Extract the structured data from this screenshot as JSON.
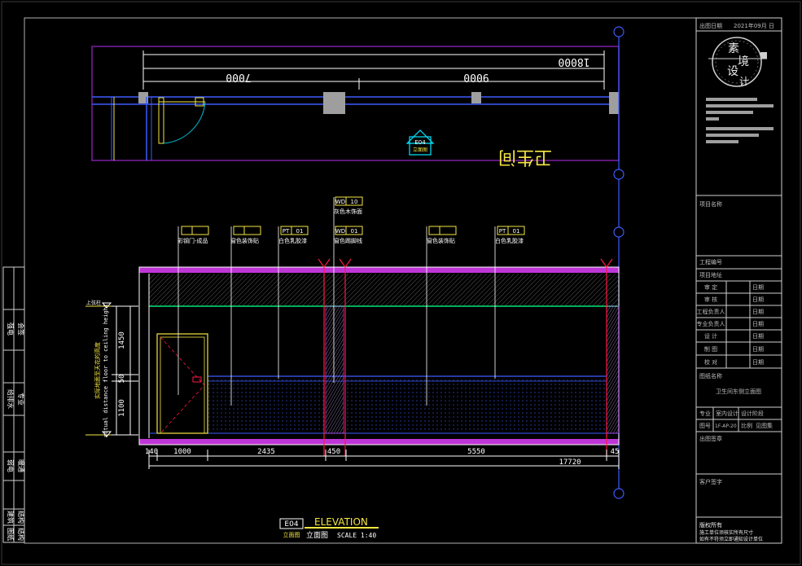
{
  "titlebar": {
    "date_label": "出图日期",
    "date_value": "2021年09月 日"
  },
  "top_dims": {
    "total": "18000",
    "left": "7000",
    "right": "9000"
  },
  "marker": {
    "code": "E04",
    "sub": "立面图"
  },
  "plan_label": "卫生间",
  "callouts": [
    {
      "code": "WD",
      "num": "10",
      "text": "灰色木饰面"
    },
    {
      "code": "",
      "num": "",
      "text": "彩钢门-成品"
    },
    {
      "code": "",
      "num": "",
      "text": "窗色装饰贴"
    },
    {
      "code": "PT",
      "num": "01",
      "text": "白色乳胶漆"
    },
    {
      "code": "WD",
      "num": "01",
      "text": "窗色踢脚线"
    },
    {
      "code": "",
      "num": "",
      "text": "窗色装饰贴"
    },
    {
      "code": "PT",
      "num": "01",
      "text": "白色乳胶漆"
    }
  ],
  "height_dims": {
    "top_marker": "上弦柱",
    "v1": "1450",
    "v2": "50",
    "v3": "1100",
    "note_cn": "实际地面至天花的高度",
    "note_en": "actual distance floor to ceiling height"
  },
  "bottom_dims": {
    "d1": "140",
    "d2": "1000",
    "d3": "2435",
    "d4": "450",
    "d5": "5550",
    "d6": "45",
    "total": "17720"
  },
  "title": {
    "code": "E04",
    "sub": "立面图",
    "name": "ELEVATION",
    "cn": "立面图",
    "scale": "SCALE 1:40"
  },
  "side_strip": [
    "会签",
    "专业",
    "给排水",
    "强电",
    "弱电",
    "暖通",
    "建筑",
    "结构"
  ],
  "side_tags": [
    "图纸",
    "结构",
    "暖通",
    "给排水",
    "建筑",
    "电气"
  ],
  "panel": {
    "project_name": "项目名称",
    "project_no": "工程编号",
    "project_addr": "项目地址",
    "rows": [
      {
        "label": "审    定",
        "value": "日期"
      },
      {
        "label": "审    核",
        "value": "日期"
      },
      {
        "label": "工程负责人",
        "value": "日期"
      },
      {
        "label": "专业负责人",
        "value": "日期"
      },
      {
        "label": "设    计",
        "value": "日期"
      },
      {
        "label": "制    图",
        "value": "日期"
      },
      {
        "label": "校    对",
        "value": "日期"
      }
    ],
    "drawing_name_label": "图纸名称",
    "drawing_name": "卫生间东侧立面图",
    "major_label": "专业",
    "major_value": "室内设计",
    "stage_label": "设计阶段",
    "no_label": "图号",
    "no_value": "1F-AP-20",
    "scale_label": "比例",
    "scale_value": "见图集",
    "stamp_label": "出图签章",
    "client_label": "客户签字",
    "copyright": "版权所有",
    "notice1": "施工单位须核实所有尺寸",
    "notice2": "如有不符须立即通知设计单位"
  },
  "colors": {
    "frame": "#7b1fa2",
    "wall": "#ffffff",
    "blue": "#3d5afe",
    "yellow": "#f5e642",
    "cyan": "#00e5ff",
    "green": "#00e676",
    "red": "#ff1744",
    "magenta": "#e040fb",
    "gray": "#9e9e9e"
  }
}
